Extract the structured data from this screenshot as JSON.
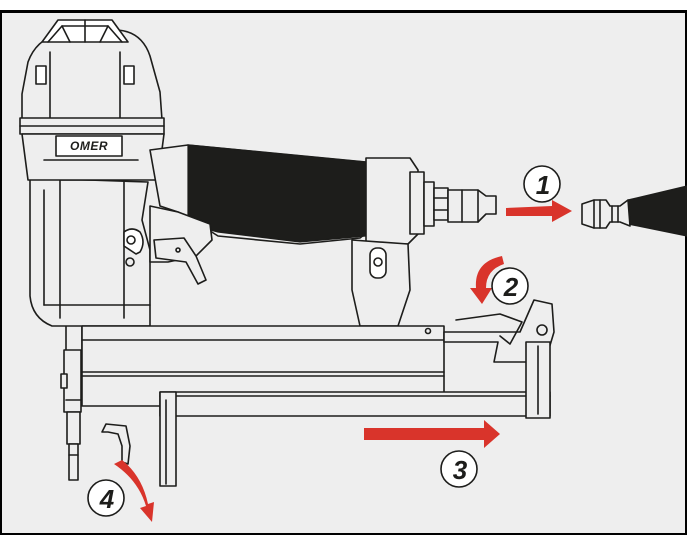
{
  "brand": {
    "logo_text": "OMER"
  },
  "steps": [
    {
      "number": "1"
    },
    {
      "number": "2"
    },
    {
      "number": "3"
    },
    {
      "number": "4"
    }
  ],
  "colors": {
    "background": "#eeeeee",
    "line": "#1d1d1b",
    "arrow": "#d9342b",
    "frame": "#000000"
  }
}
